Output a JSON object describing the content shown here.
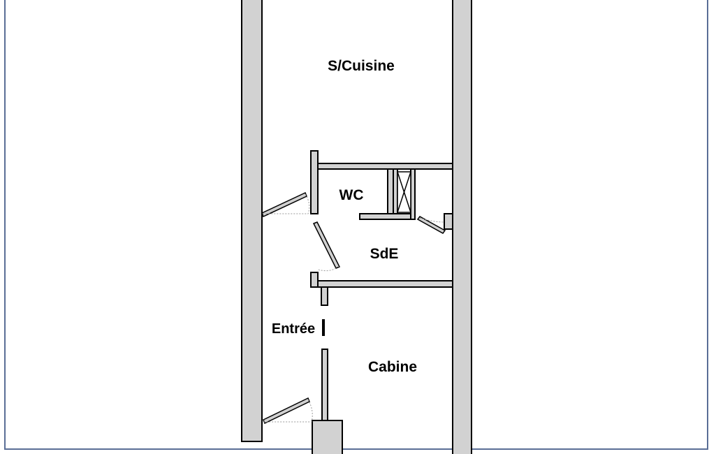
{
  "plan": {
    "rooms": {
      "kitchen": "S/Cuisine",
      "wc": "WC",
      "bathroom": "SdE",
      "entrance": "Entrée",
      "cabin": "Cabine"
    },
    "colors": {
      "wall_fill": "#d2d2d2",
      "wall_outline": "#000000",
      "frame_border": "#5a6e96",
      "background": "#ffffff"
    }
  }
}
